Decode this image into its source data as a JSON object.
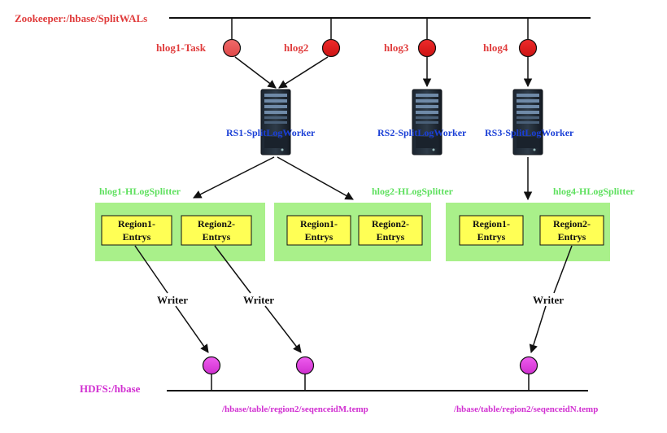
{
  "zookeeper": {
    "label": "Zookeeper:/hbase/SplitWALs",
    "color": "#e03c3c",
    "hlogs": [
      "hlog1-Task",
      "hlog2",
      "hlog3",
      "hlog4"
    ]
  },
  "workers": [
    "RS1-SplitLogWorker",
    "RS2-SplitLogWorker",
    "RS3-SplitLogWorker"
  ],
  "worker_color": "#1a3fd6",
  "splitters": {
    "color": "#5ee05e",
    "labels": [
      "hlog1-HLogSplitter",
      "hlog2-HLogSplitter",
      "hlog4-HLogSplitter"
    ],
    "regions": [
      [
        "Region1-\nEntrys",
        "Region2-\nEntrys"
      ],
      [
        "Region1-\nEntrys",
        "Region2-\nEntrys"
      ],
      [
        "Region1-\nEntrys",
        "Region2-\nEntrys"
      ]
    ]
  },
  "region_text": {
    "line1_r1": "Region1-",
    "line1_r2": "Region2-",
    "line2": "Entrys"
  },
  "writer_label": "Writer",
  "hdfs": {
    "label": "HDFS:/hbase",
    "color": "#d12fd1",
    "paths": [
      "/hbase/table/region2/seqenceidM.temp",
      "/hbase/table/region2/seqenceidN.temp"
    ]
  }
}
